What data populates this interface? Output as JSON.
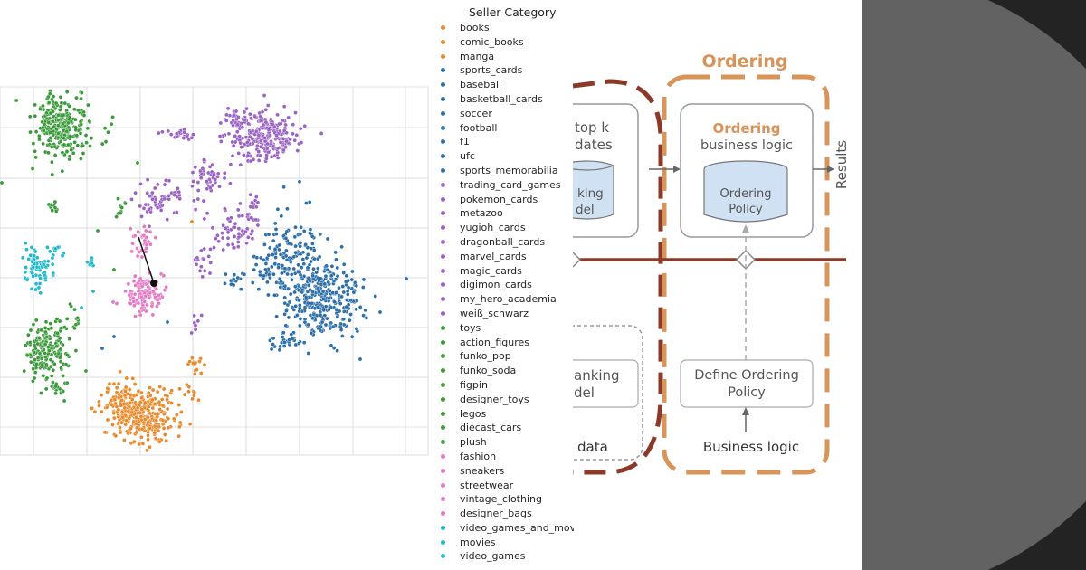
{
  "legend": {
    "title": "Seller Category",
    "items": [
      {
        "label": "books",
        "color": "#e8892a"
      },
      {
        "label": "comic_books",
        "color": "#e8892a"
      },
      {
        "label": "manga",
        "color": "#e8892a"
      },
      {
        "label": "sports_cards",
        "color": "#2d6fa8"
      },
      {
        "label": "baseball",
        "color": "#2d6fa8"
      },
      {
        "label": "basketball_cards",
        "color": "#2d6fa8"
      },
      {
        "label": "soccer",
        "color": "#2d6fa8"
      },
      {
        "label": "football",
        "color": "#2d6fa8"
      },
      {
        "label": "f1",
        "color": "#2d6fa8"
      },
      {
        "label": "ufc",
        "color": "#2d6fa8"
      },
      {
        "label": "sports_memorabilia",
        "color": "#2d6fa8"
      },
      {
        "label": "trading_card_games",
        "color": "#9a62c2"
      },
      {
        "label": "pokemon_cards",
        "color": "#9a62c2"
      },
      {
        "label": "metazoo",
        "color": "#9a62c2"
      },
      {
        "label": "yugioh_cards",
        "color": "#9a62c2"
      },
      {
        "label": "dragonball_cards",
        "color": "#9a62c2"
      },
      {
        "label": "marvel_cards",
        "color": "#9a62c2"
      },
      {
        "label": "magic_cards",
        "color": "#9a62c2"
      },
      {
        "label": "digimon_cards",
        "color": "#9a62c2"
      },
      {
        "label": "my_hero_academia",
        "color": "#9a62c2"
      },
      {
        "label": "weiß_schwarz",
        "color": "#9a62c2"
      },
      {
        "label": "toys",
        "color": "#3a9a3a"
      },
      {
        "label": "action_figures",
        "color": "#3a9a3a"
      },
      {
        "label": "funko_pop",
        "color": "#3a9a3a"
      },
      {
        "label": "funko_soda",
        "color": "#3a9a3a"
      },
      {
        "label": "figpin",
        "color": "#3a9a3a"
      },
      {
        "label": "designer_toys",
        "color": "#3a9a3a"
      },
      {
        "label": "legos",
        "color": "#3a9a3a"
      },
      {
        "label": "diecast_cars",
        "color": "#3a9a3a"
      },
      {
        "label": "plush",
        "color": "#3a9a3a"
      },
      {
        "label": "fashion",
        "color": "#e27bc6"
      },
      {
        "label": "sneakers",
        "color": "#e27bc6"
      },
      {
        "label": "streetwear",
        "color": "#e27bc6"
      },
      {
        "label": "vintage_clothing",
        "color": "#e27bc6"
      },
      {
        "label": "designer_bags",
        "color": "#e27bc6"
      },
      {
        "label": "video_games_and_movies",
        "color": "#22b8cc"
      },
      {
        "label": "movies",
        "color": "#22b8cc"
      },
      {
        "label": "video_games",
        "color": "#22b8cc"
      }
    ]
  },
  "diagram": {
    "ordering_title": "Ordering",
    "topk_line1": "top k",
    "topk_line2": "dates",
    "ranking_model_line1": "king",
    "ranking_model_line2": "del",
    "ordering_logic_line1": "Ordering",
    "ordering_logic_line2": "business logic",
    "ordering_policy_line1": "Ordering",
    "ordering_policy_line2": "Policy",
    "results_label": "Results",
    "train_ranking_line1": "anking",
    "train_ranking_line2": "del",
    "data_label": "data",
    "define_policy_line1": "Define Ordering",
    "define_policy_line2": "Policy",
    "business_logic_label": "Business logic",
    "colors": {
      "ordering_orange": "#d9945a",
      "divider_red": "#8b3a2a",
      "box_border": "#999999",
      "cylinder_fill": "#cfe1f3",
      "text": "#555555"
    }
  }
}
